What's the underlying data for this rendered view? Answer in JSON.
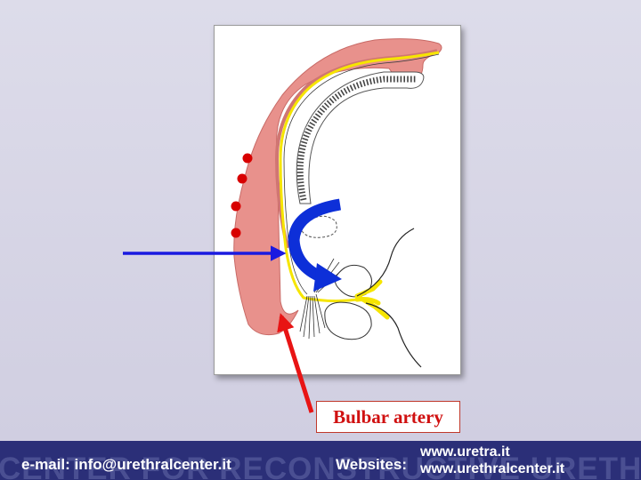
{
  "diagram": {
    "label": "Bulbar artery",
    "colors": {
      "tissue": "#e8918c",
      "tissue_edge": "#c86a66",
      "nerve": "#f6e500",
      "pointer_arrow": "#e81414",
      "horizontal_arrow": "#1a1ae0",
      "curved_arrow": "#0d2fd8",
      "dots": "#d80000"
    }
  },
  "footer": {
    "email": "e-mail: info@urethralcenter.it",
    "websites_label": "Websites:",
    "site_1": "www.uretra.it",
    "site_2": "www.urethralcenter.it",
    "watermark": "CENTER FOR RECONSTRUCTIVE URETHRAL SURGERY"
  }
}
